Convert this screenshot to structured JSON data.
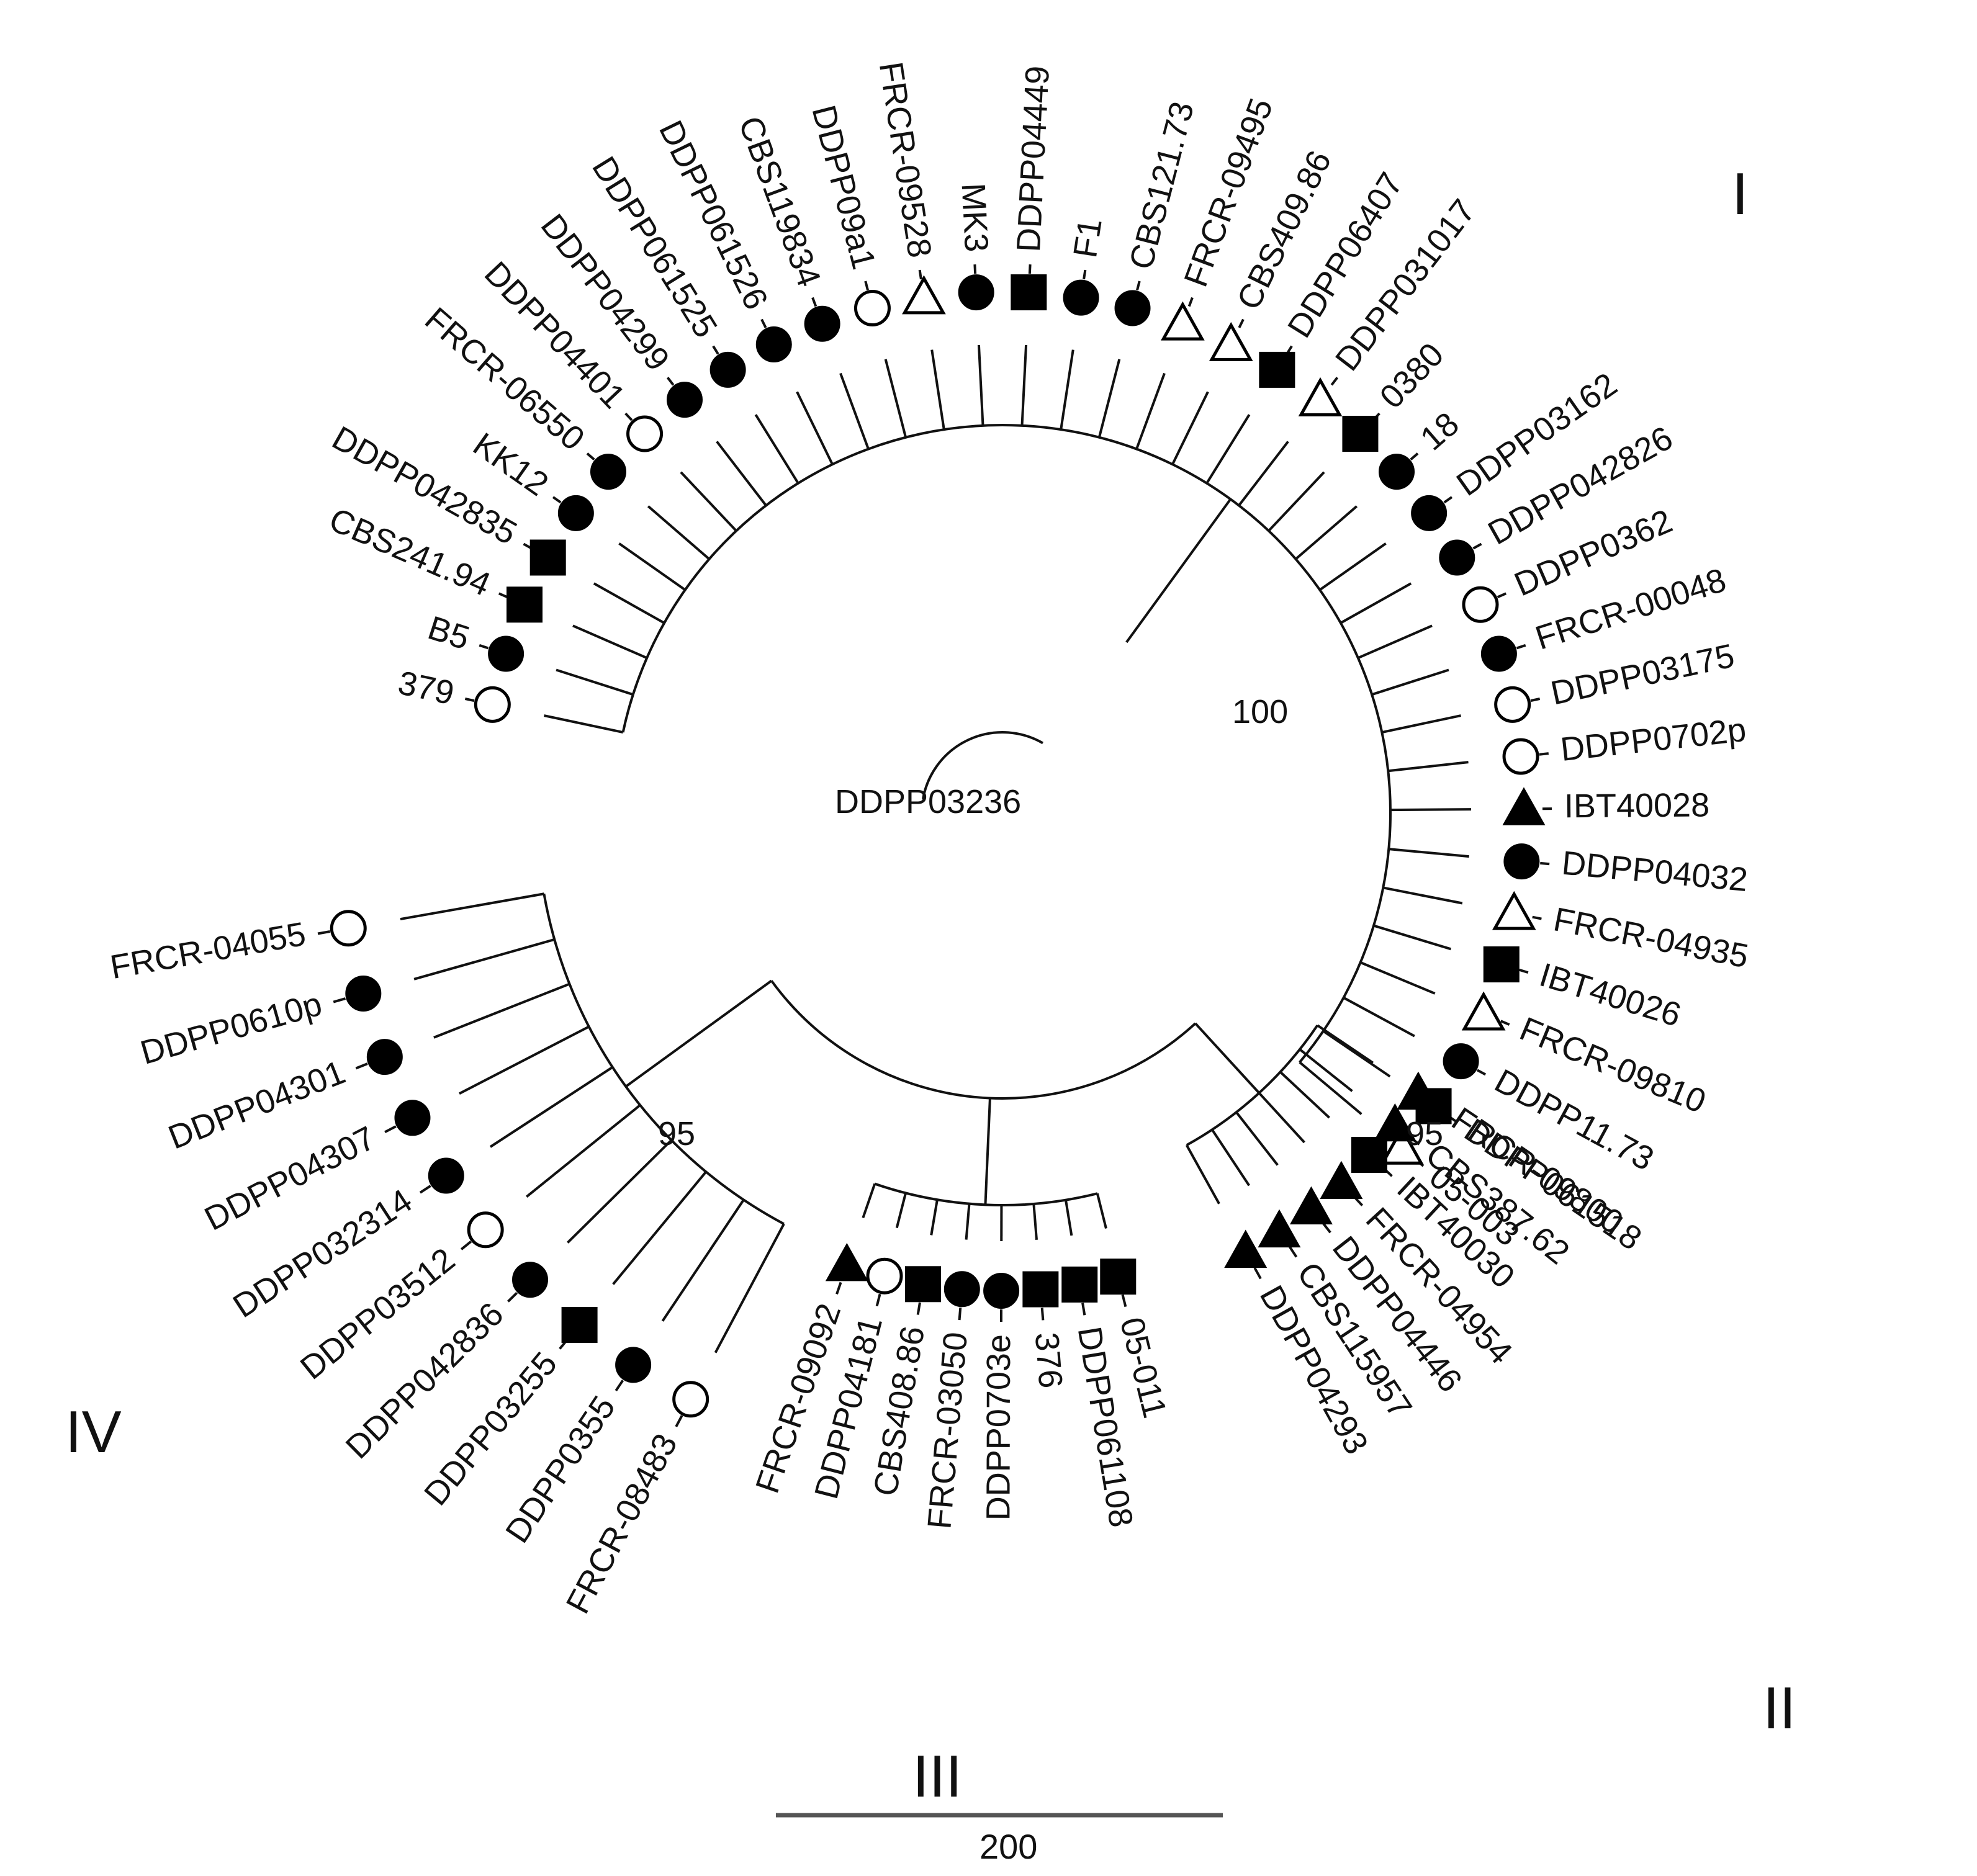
{
  "diagram": {
    "type": "circular-phylogenetic-tree",
    "scale_bar": {
      "label": "200",
      "value": 200
    },
    "symbol_legend": {
      "filled-circle": "filled circle",
      "open-circle": "open circle",
      "filled-square": "filled square",
      "filled-triangle": "filled triangle",
      "open-triangle": "open triangle"
    },
    "root_taxon": "DDPP03236",
    "clades": [
      {
        "id": "I",
        "label": "I",
        "bootstrap": "100",
        "taxa": [
          {
            "name": "379",
            "symbol": "open-circle"
          },
          {
            "name": "B5",
            "symbol": "filled-circle"
          },
          {
            "name": "CBS241.94",
            "symbol": "filled-square"
          },
          {
            "name": "DDPP042835",
            "symbol": "filled-square"
          },
          {
            "name": "KK12",
            "symbol": "filled-circle"
          },
          {
            "name": "FRCR-06550",
            "symbol": "filled-circle"
          },
          {
            "name": "DDPP04401",
            "symbol": "open-circle"
          },
          {
            "name": "DDPP04299",
            "symbol": "filled-circle"
          },
          {
            "name": "DDPP061525",
            "symbol": "filled-circle"
          },
          {
            "name": "DDPP061526",
            "symbol": "filled-circle"
          },
          {
            "name": "CBS119834",
            "symbol": "filled-circle"
          },
          {
            "name": "DDPP09a1",
            "symbol": "open-circle"
          },
          {
            "name": "FRCR-09528",
            "symbol": "open-triangle"
          },
          {
            "name": "MK3",
            "symbol": "filled-circle"
          },
          {
            "name": "DDPP04449",
            "symbol": "filled-square"
          },
          {
            "name": "F1",
            "symbol": "filled-circle"
          },
          {
            "name": "CBS121.73",
            "symbol": "filled-circle"
          },
          {
            "name": "FRCR-09495",
            "symbol": "open-triangle"
          },
          {
            "name": "CBS409.86",
            "symbol": "open-triangle"
          },
          {
            "name": "DDPP06407",
            "symbol": "filled-square"
          },
          {
            "name": "DDPP031017",
            "symbol": "open-triangle"
          },
          {
            "name": "0380",
            "symbol": "filled-square"
          },
          {
            "name": "18",
            "symbol": "filled-circle"
          },
          {
            "name": "DDPP03162",
            "symbol": "filled-circle"
          },
          {
            "name": "DDPP042826",
            "symbol": "filled-circle"
          },
          {
            "name": "DDPP0362",
            "symbol": "open-circle"
          },
          {
            "name": "FRCR-00048",
            "symbol": "filled-circle"
          },
          {
            "name": "DDPP03175",
            "symbol": "open-circle"
          },
          {
            "name": "DDPP0702p",
            "symbol": "open-circle"
          },
          {
            "name": "IBT40028",
            "symbol": "filled-triangle"
          },
          {
            "name": "DDPP04032",
            "symbol": "filled-circle"
          },
          {
            "name": "FRCR-04935",
            "symbol": "open-triangle"
          },
          {
            "name": "IBT40026",
            "symbol": "filled-square"
          },
          {
            "name": "FRCR-09810",
            "symbol": "open-triangle"
          },
          {
            "name": "DDPP11.73",
            "symbol": "filled-circle"
          },
          {
            "name": "DDPP061518",
            "symbol": "filled-square"
          },
          {
            "name": "05-003",
            "symbol": "open-triangle"
          }
        ]
      },
      {
        "id": "II",
        "label": "II",
        "bootstrap": "95",
        "taxa": [
          {
            "name": "FRCR-09800",
            "symbol": "filled-triangle"
          },
          {
            "name": "CBS387.62",
            "symbol": "filled-triangle"
          },
          {
            "name": "IBT40030",
            "symbol": "filled-square"
          },
          {
            "name": "FRCR-04954",
            "symbol": "filled-triangle"
          },
          {
            "name": "DDPP04446",
            "symbol": "filled-triangle"
          },
          {
            "name": "CBS115957",
            "symbol": "filled-triangle"
          },
          {
            "name": "DDPP04293",
            "symbol": "filled-triangle"
          }
        ]
      },
      {
        "id": "III",
        "label": "III",
        "bootstrap": "",
        "taxa": [
          {
            "name": "05-011",
            "symbol": "filled-square"
          },
          {
            "name": "DDPP061108",
            "symbol": "filled-square"
          },
          {
            "name": "376",
            "symbol": "filled-square"
          },
          {
            "name": "DDPP0703e",
            "symbol": "filled-circle"
          },
          {
            "name": "FRCR-03050",
            "symbol": "filled-circle"
          },
          {
            "name": "CBS408.86",
            "symbol": "filled-square"
          },
          {
            "name": "DDPP04181",
            "symbol": "open-circle"
          },
          {
            "name": "FRCR-09092",
            "symbol": "filled-triangle"
          }
        ]
      },
      {
        "id": "IV",
        "label": "IV",
        "bootstrap": "95",
        "taxa": [
          {
            "name": "FRCR-08483",
            "symbol": "open-circle"
          },
          {
            "name": "DDPP0355",
            "symbol": "filled-circle"
          },
          {
            "name": "DDPP03255",
            "symbol": "filled-square"
          },
          {
            "name": "DDPP042836",
            "symbol": "filled-circle"
          },
          {
            "name": "DDPP03512",
            "symbol": "open-circle"
          },
          {
            "name": "DDPP032314",
            "symbol": "filled-circle"
          },
          {
            "name": "DDPP04307",
            "symbol": "filled-circle"
          },
          {
            "name": "DDPP04301",
            "symbol": "filled-circle"
          },
          {
            "name": "DDPP0610p",
            "symbol": "filled-circle"
          },
          {
            "name": "FRCR-04055",
            "symbol": "open-circle"
          }
        ]
      }
    ]
  }
}
